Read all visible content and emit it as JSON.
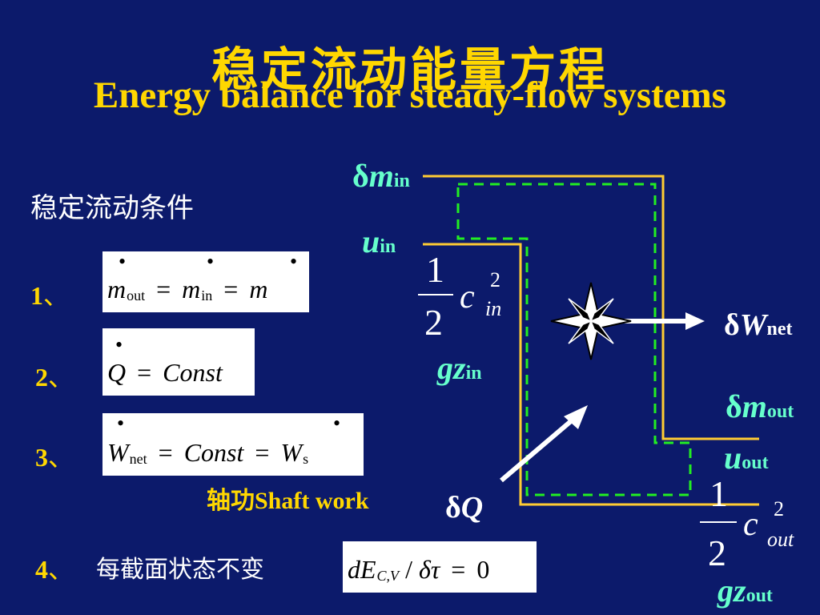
{
  "title_cn": "稳定流动能量方程",
  "title_en": "Energy balance for steady-flow systems",
  "condition_title": "稳定流动条件",
  "conditions": [
    {
      "number": "1",
      "sep": "、",
      "eq": {
        "m": "m",
        "out": "out",
        "in": "in",
        "eq": "="
      }
    },
    {
      "number": "2",
      "sep": "、",
      "eq": {
        "Q": "Q",
        "eq": "=",
        "const": "Const"
      }
    },
    {
      "number": "3",
      "sep": "、",
      "eq": {
        "W": "W",
        "net": "net",
        "eq": "=",
        "const": "Const",
        "s": "s"
      }
    },
    {
      "number": "4",
      "sep": "、",
      "text": "每截面状态不变",
      "eq": {
        "dE": "dE",
        "sub": "C,V",
        "slash": "/",
        "dtau": "δτ",
        "eq": "=",
        "zero": "0"
      }
    }
  ],
  "shaft_work": {
    "cn": "轴功",
    "en": "Shaft work"
  },
  "diagram": {
    "delta": "δ",
    "m": "m",
    "u": "u",
    "in": "in",
    "out": "out",
    "W": "W",
    "net": "net",
    "Q": "Q",
    "gz": "gz",
    "half_num": "1",
    "half_den": "2",
    "c": "c",
    "sq": "2"
  },
  "colors": {
    "background": "#0c1a6b",
    "title": "#ffd700",
    "flow_labels": "#66ffcc",
    "boundary": "#ffcc33",
    "control_volume": "#22ee22"
  }
}
